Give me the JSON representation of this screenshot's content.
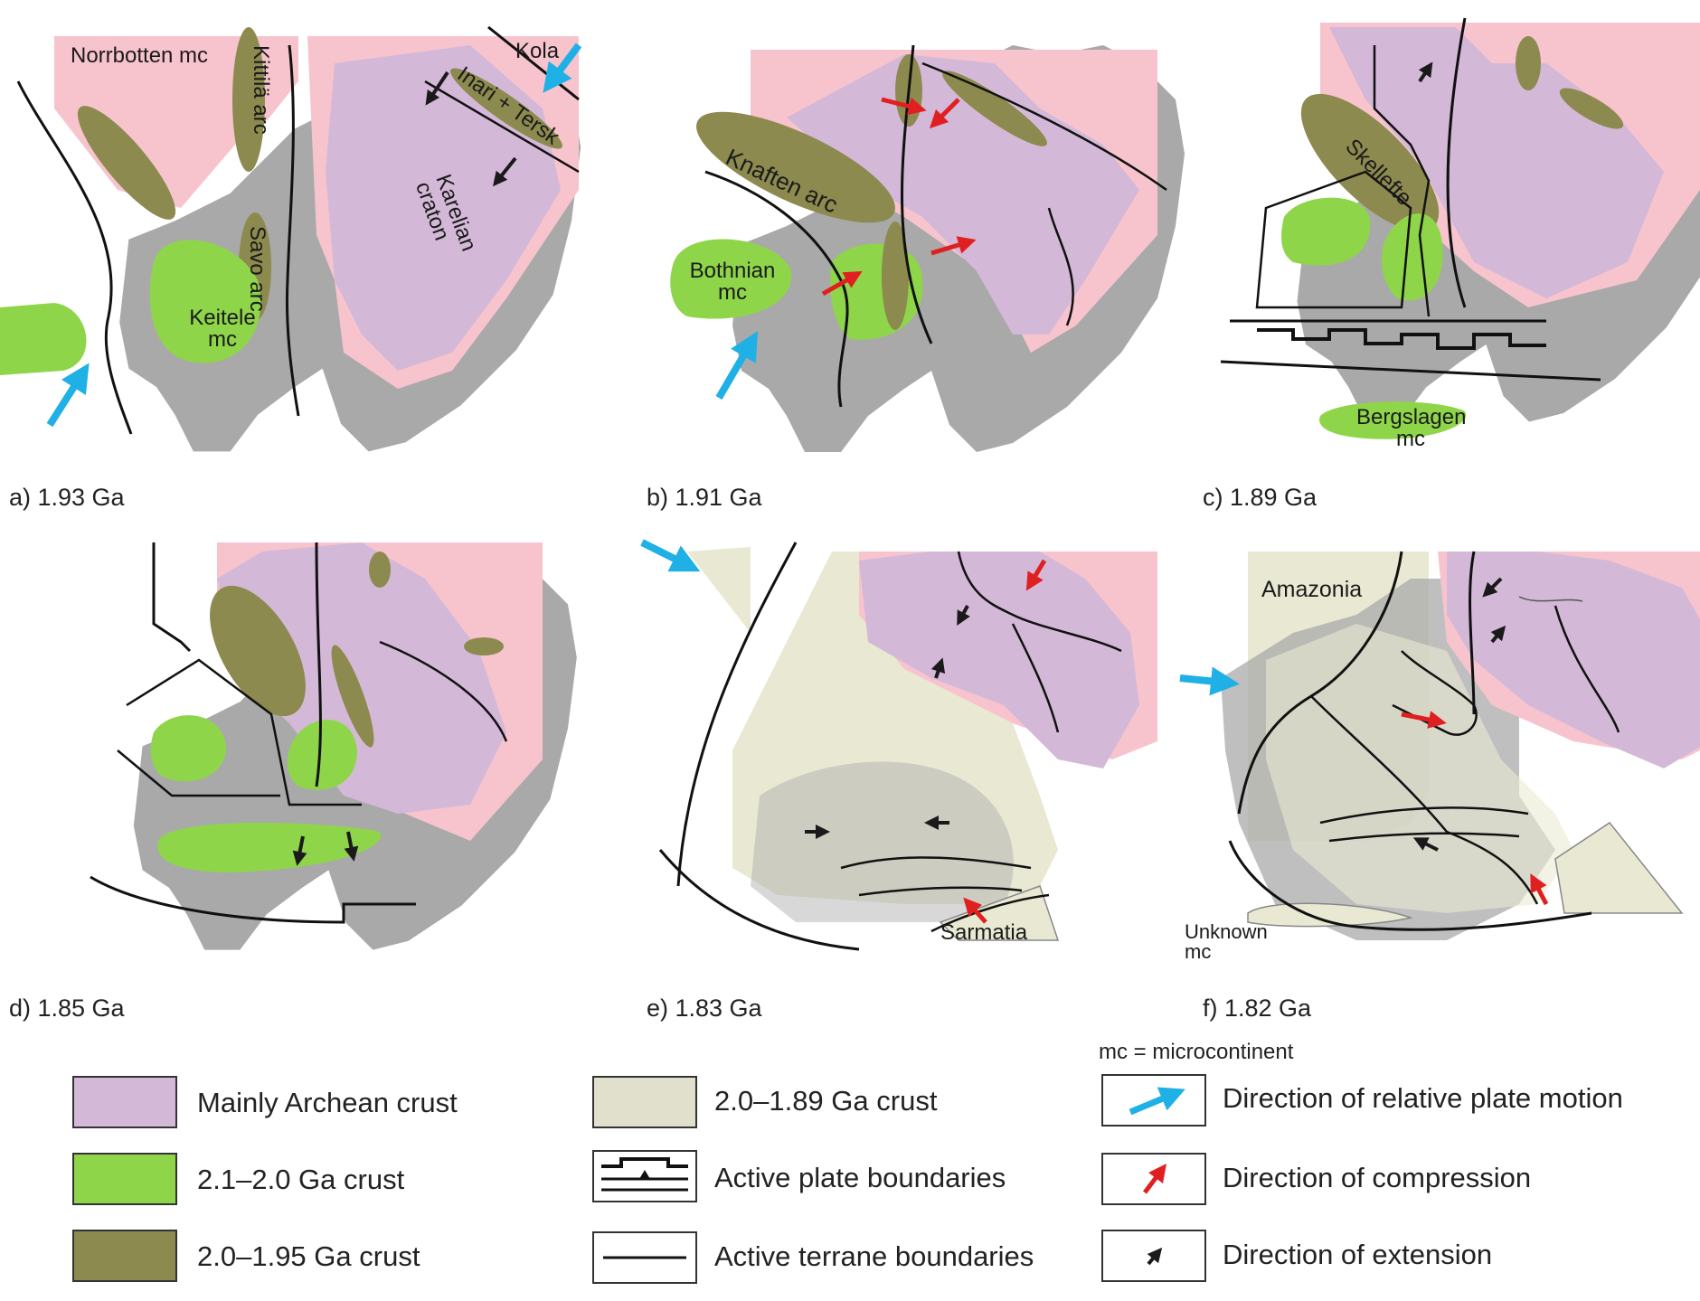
{
  "colors": {
    "archean": "#d4b8d8",
    "crust_21_20": "#8fd54a",
    "crust_20_195": "#8c8a4e",
    "crust_20_189": "#e9e9d3",
    "pink_region": "#f7c4cd",
    "land_grey": "#a9a9a9",
    "plate_motion_arrow": "#1fb0e6",
    "compression_arrow": "#e02020",
    "extension_arrow": "#1a1a1a",
    "boundary_line": "#111111"
  },
  "panels": [
    {
      "title": "a) 1.93 Ga",
      "labels": {
        "norrbotten": "Norrbotten mc",
        "kittila": "Kittilä arc",
        "savo": "Savo arc",
        "keitele": "Keitele mc",
        "inari": "Inari + Tersk",
        "karelian": "Karelian craton",
        "kola": "Kola"
      }
    },
    {
      "title": "b) 1.91 Ga",
      "labels": {
        "knaften": "Knaften arc",
        "bothnian": "Bothnian mc"
      }
    },
    {
      "title": "c) 1.89 Ga",
      "labels": {
        "skellefte": "Skellefte",
        "bergslagen": "Bergslagen mc"
      }
    },
    {
      "title": "d) 1.85 Ga",
      "labels": {}
    },
    {
      "title": "e) 1.83 Ga",
      "labels": {
        "sarmatia": "Sarmatia"
      }
    },
    {
      "title": "f) 1.82 Ga",
      "labels": {
        "amazonia": "Amazonia",
        "unknown": "Unknown mc"
      }
    }
  ],
  "legend": {
    "mc_note": "mc = microcontinent",
    "items": [
      {
        "id": "archean",
        "label": "Mainly Archean crust",
        "swatch": "fill",
        "color": "#d4b8d8"
      },
      {
        "id": "c2120",
        "label": "2.1–2.0 Ga crust",
        "swatch": "fill",
        "color": "#8fd54a"
      },
      {
        "id": "c20195",
        "label": "2.0–1.95 Ga crust",
        "swatch": "fill",
        "color": "#8c8a4e"
      },
      {
        "id": "c20189",
        "label": "2.0–1.89 Ga crust",
        "swatch": "fill",
        "color": "#e0e0cc"
      },
      {
        "id": "plate",
        "label": "Active plate boundaries",
        "swatch": "plate-boundary-icon"
      },
      {
        "id": "terrane",
        "label": "Active terrane boundaries",
        "swatch": "terrane-boundary-icon"
      },
      {
        "id": "motion",
        "label": "Direction of relative plate motion",
        "swatch": "blue-arrow-icon"
      },
      {
        "id": "compression",
        "label": "Direction of compression",
        "swatch": "red-arrow-icon"
      },
      {
        "id": "extension",
        "label": "Direction of extension",
        "swatch": "black-arrow-icon"
      }
    ]
  }
}
